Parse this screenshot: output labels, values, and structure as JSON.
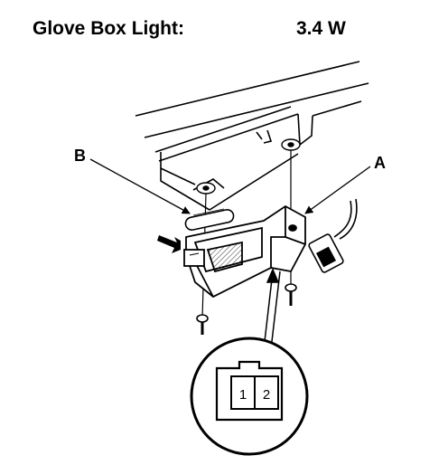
{
  "header": {
    "title": "Glove Box Light:",
    "rating": "3.4 W"
  },
  "callouts": {
    "a": "A",
    "b": "B"
  },
  "connector": {
    "pin1": "1",
    "pin2": "2"
  }
}
